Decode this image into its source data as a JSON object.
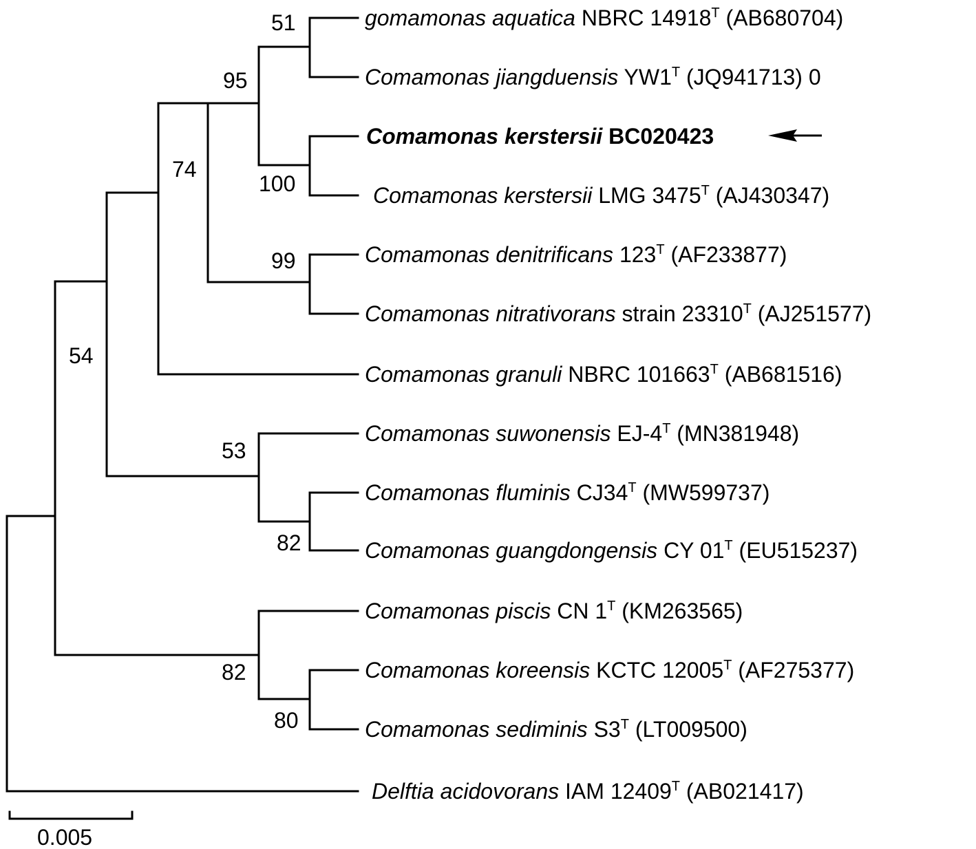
{
  "taxa": [
    {
      "id": "aquatica",
      "genus_species": "gomamonas aquatica",
      "strain": " NBRC 14918",
      "superscript": "T",
      "accession": " (AB680704)",
      "highlight": false
    },
    {
      "id": "jiangduensis",
      "genus_species": "Comamonas jiangduensis",
      "strain": " YW1",
      "superscript": "T",
      "accession": " (JQ941713) 0",
      "highlight": false
    },
    {
      "id": "bc020423",
      "genus_species": "Comamonas kerstersii",
      "strain": " BC020423",
      "superscript": "",
      "accession": "",
      "highlight": true
    },
    {
      "id": "lmg3475",
      "genus_species": "Comamonas kerstersii",
      "strain": " LMG 3475",
      "superscript": "T",
      "accession": " (AJ430347)",
      "highlight": false
    },
    {
      "id": "denitrificans",
      "genus_species": "Comamonas denitrificans",
      "strain": " 123",
      "superscript": "T",
      "accession": " (AF233877)",
      "highlight": false
    },
    {
      "id": "nitrativorans",
      "genus_species": "Comamonas nitrativorans",
      "strain": " strain 23310",
      "superscript": "T",
      "accession": " (AJ251577)",
      "highlight": false
    },
    {
      "id": "granuli",
      "genus_species": "Comamonas granuli",
      "strain": " NBRC 101663",
      "superscript": "T",
      "accession": " (AB681516)",
      "highlight": false
    },
    {
      "id": "suwonensis",
      "genus_species": "Comamonas suwonensis",
      "strain": " EJ-4",
      "superscript": "T",
      "accession": " (MN381948)",
      "highlight": false
    },
    {
      "id": "fluminis",
      "genus_species": "Comamonas fluminis",
      "strain": " CJ34",
      "superscript": "T",
      "accession": " (MW599737)",
      "highlight": false
    },
    {
      "id": "guangdongensis",
      "genus_species": "Comamonas guangdongensis",
      "strain": " CY 01",
      "superscript": "T",
      "accession": " (EU515237)",
      "highlight": false
    },
    {
      "id": "piscis",
      "genus_species": "Comamonas piscis",
      "strain": " CN 1",
      "superscript": "T",
      "accession": " (KM263565)",
      "highlight": false
    },
    {
      "id": "koreensis",
      "genus_species": "Comamonas koreensis",
      "strain": " KCTC 12005",
      "superscript": "T",
      "accession": " (AF275377)",
      "highlight": false
    },
    {
      "id": "sediminis",
      "genus_species": "Comamonas sediminis",
      "strain": " S3",
      "superscript": "T",
      "accession": " (LT009500)",
      "highlight": false
    },
    {
      "id": "delftia",
      "genus_species": "Delftia acidovorans",
      "strain": " IAM 12409",
      "superscript": "T",
      "accession": " (AB021417)",
      "highlight": false
    }
  ],
  "bootstrap": {
    "aquatica_jiangduensis": "51",
    "kerstersii_pair": "100",
    "clade_95": "95",
    "denitrificans_nitrativorans": "99",
    "clade_74": "74",
    "clade_54": "54",
    "suwonensis_clade": "53",
    "fluminis_guangdongensis": "82",
    "piscis_clade": "82",
    "koreensis_sediminis": "80"
  },
  "scale_bar": {
    "label": "0.005"
  },
  "marker": {
    "icon": "left-arrow-icon",
    "target": "bc020423"
  }
}
